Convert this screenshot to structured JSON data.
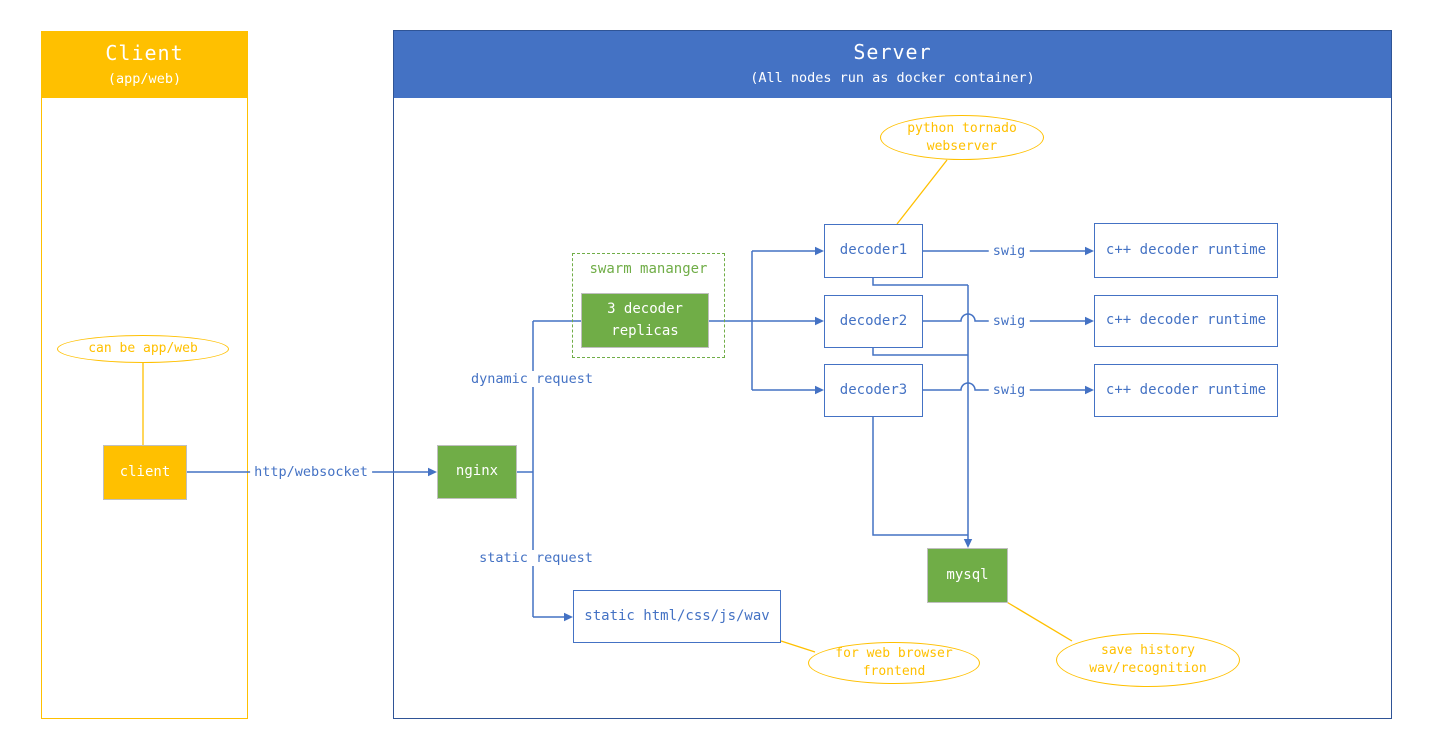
{
  "colors": {
    "gold": "#FFC000",
    "header_blue": "#4472C4",
    "dark_blue_border": "#2F5496",
    "green": "#70AD47",
    "wire_blue": "#4472C4"
  },
  "client_panel": {
    "title": "Client",
    "subtitle": "(app/web)"
  },
  "server_panel": {
    "title": "Server",
    "subtitle": "(All nodes run as docker container)"
  },
  "nodes": {
    "client": "client",
    "nginx": "nginx",
    "swarm_group": "swarm mananger",
    "replicas": "3 decoder\nreplicas",
    "decoders": [
      "decoder1",
      "decoder2",
      "decoder3"
    ],
    "runtimes": [
      "c++ decoder runtime",
      "c++ decoder runtime",
      "c++ decoder runtime"
    ],
    "mysql": "mysql",
    "static_files": "static html/css/js/wav"
  },
  "annotations": {
    "client_note": "can be app/web",
    "tornado_note": "python tornado\nwebserver",
    "frontend_note": "for web browser\nfrontend",
    "history_note": "save history\nwav/recognition"
  },
  "edge_labels": {
    "http": "http/websocket",
    "dynamic": "dynamic request",
    "static": "static request",
    "swig": [
      "swig",
      "swig",
      "swig"
    ]
  }
}
